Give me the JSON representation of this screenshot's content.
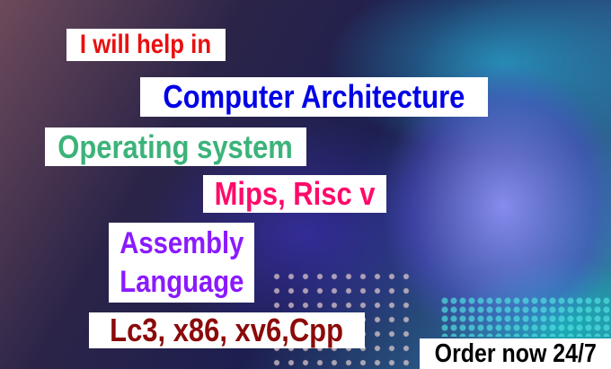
{
  "labels": {
    "intro": "I will help in",
    "topic1": "Computer Architecture",
    "topic2": "Operating system",
    "topic3": "Mips, Risc v",
    "topic4_line1": "Assembly",
    "topic4_line2": "Language",
    "topic5": "Lc3, x86, xv6,Cpp",
    "cta": "Order now 24/7"
  },
  "colors": {
    "intro": "#e81010",
    "topic1": "#0000e6",
    "topic2": "#3cb37a",
    "topic3": "#ff0a6a",
    "topic4": "#8a1aff",
    "topic5": "#8b0a0a",
    "cta": "#000000"
  }
}
